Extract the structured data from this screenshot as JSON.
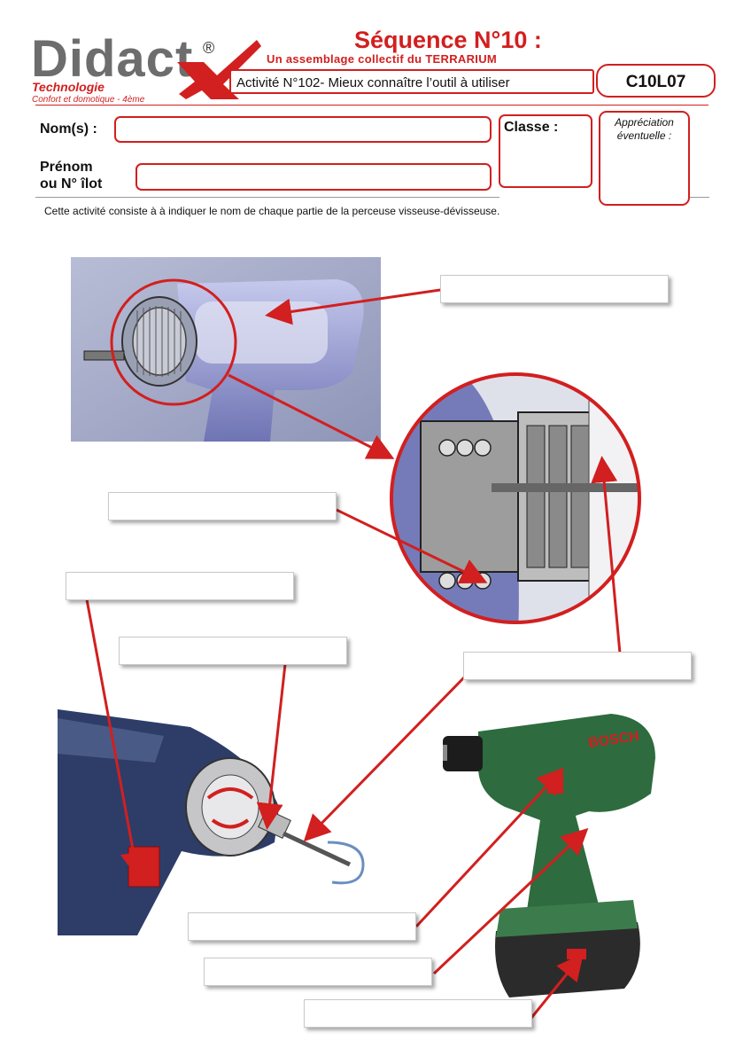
{
  "header": {
    "logo_text": "Didact",
    "logo_reg": "®",
    "logo_sub1": "Technologie",
    "logo_sub2": "Confort et domotique - 4ème",
    "sequence_title": "Séquence N°10 :",
    "sequence_subtitle": "Un assemblage collectif du TERRARIUM",
    "activity": "Activité N°102- Mieux connaître l’outil à utiliser",
    "code": "C10L07"
  },
  "form": {
    "name_label": "Nom(s) :",
    "firstname_label_1": "Prénom",
    "firstname_label_2": "ou N° îlot",
    "class_label": "Classe :",
    "appreciation_label_1": "Appréciation",
    "appreciation_label_2": "éventuelle :"
  },
  "instruction": "Cette activité consiste à  à indiquer le nom de chaque partie de la perceuse visseuse-dévisseuse.",
  "colors": {
    "accent": "#d21f1f",
    "logo_gray": "#6d6d6d",
    "drill_green": "#2e6b3e",
    "drill_body": "#6a6fb3"
  }
}
